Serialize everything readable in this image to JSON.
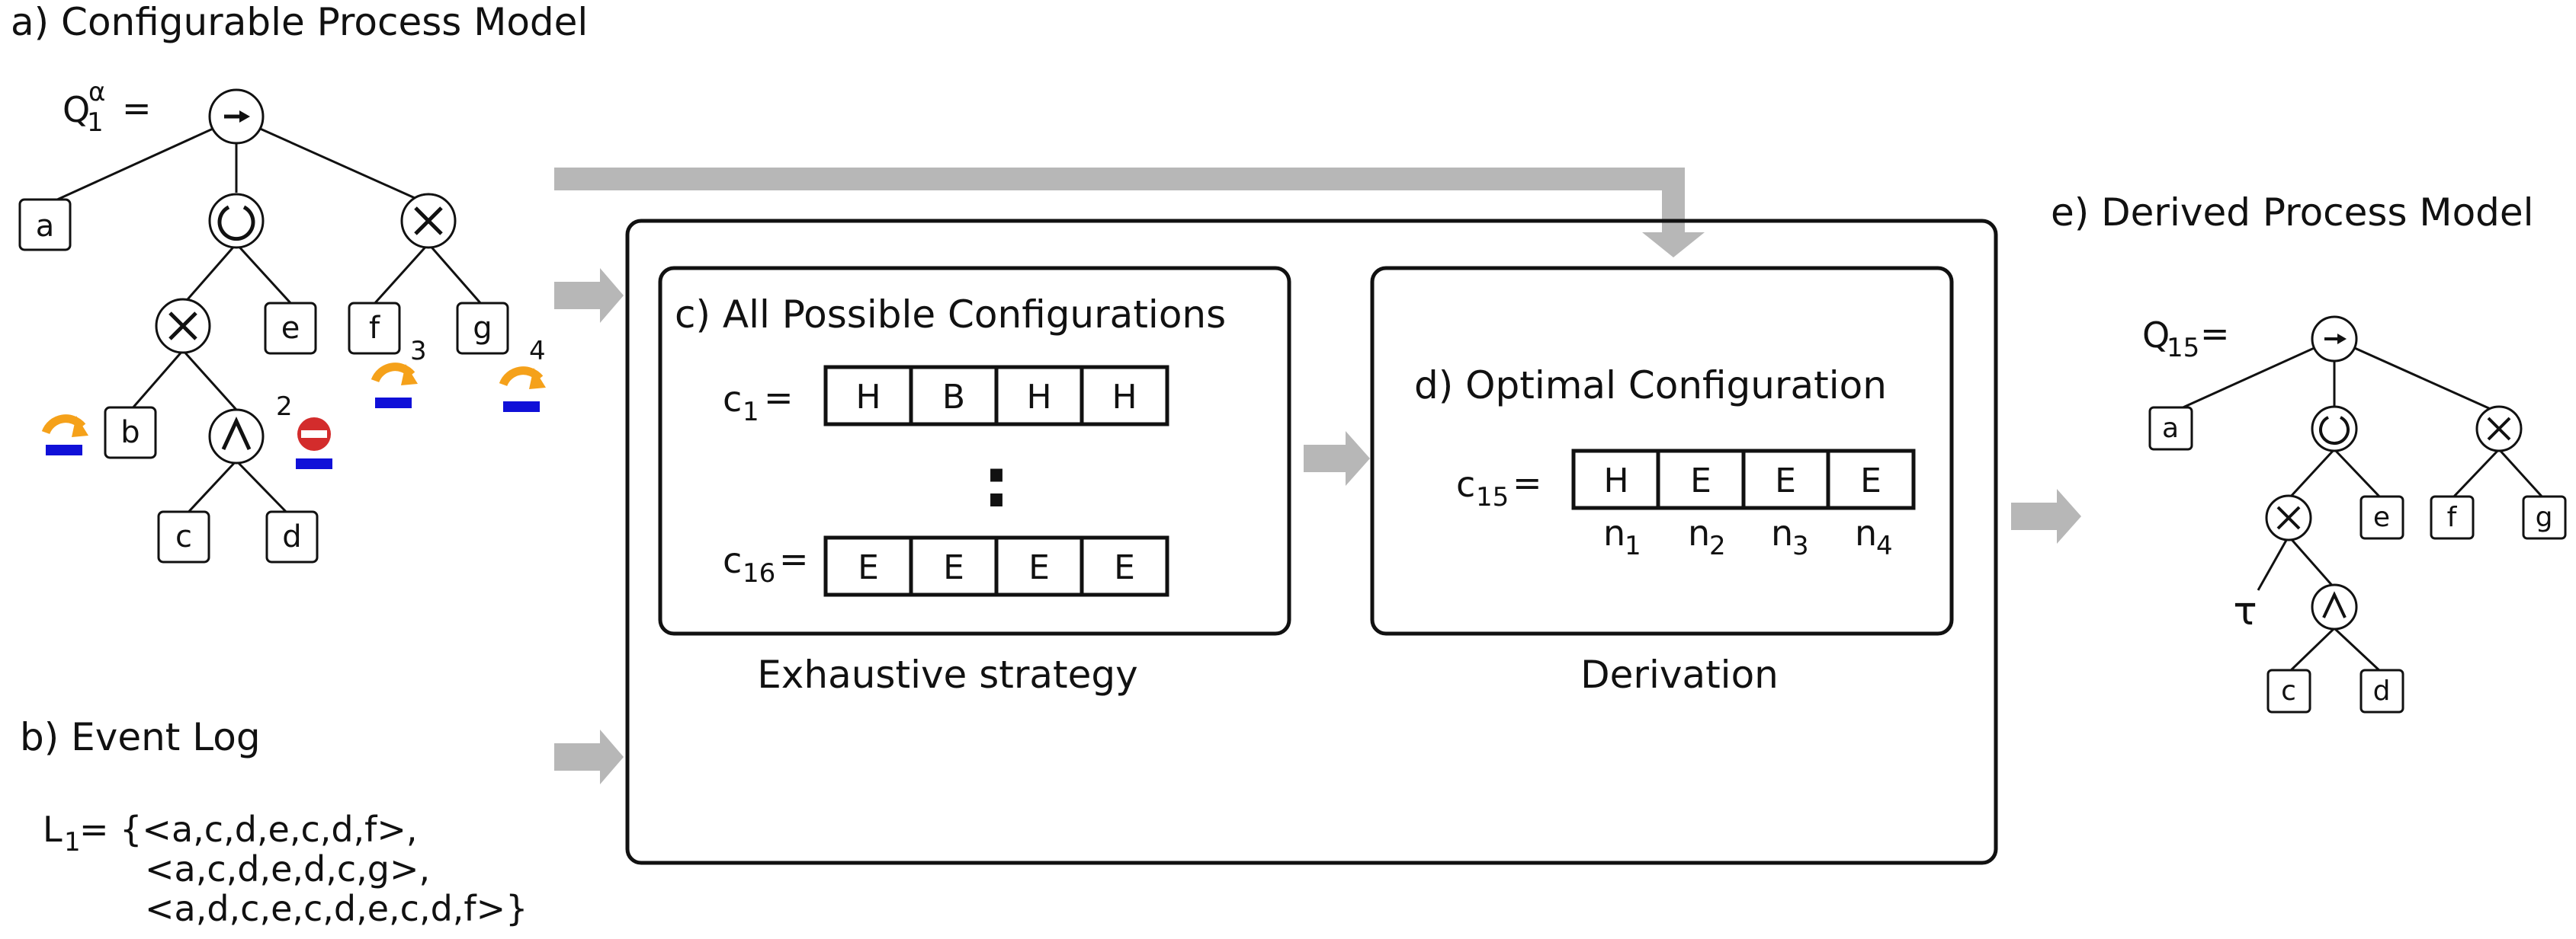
{
  "colors": {
    "arrow_gray": "#b7b7b7",
    "hide_icon_orange": "#f5a11a",
    "hide_icon_blue": "#1010d8",
    "block_icon_red": "#d32c2c"
  },
  "panel_a": {
    "title": "a)  Configurable Process Model",
    "model_symbol": "Q",
    "model_sub": "1",
    "model_sup": "α",
    "eq": "=",
    "operators": [
      "sequence",
      "loop",
      "xor",
      "xor",
      "and"
    ],
    "leaves": [
      "a",
      "e",
      "f",
      "g",
      "b",
      "c",
      "d"
    ],
    "port_numbers": [
      "2",
      "3",
      "4"
    ],
    "icons": [
      "hide-icon",
      "block-icon"
    ]
  },
  "panel_b": {
    "title": "b)    Event Log",
    "log_symbol": "L",
    "log_sub": "1",
    "line1": " = {<a,c,d,e,c,d,f>,",
    "line2": "<a,c,d,e,d,c,g>,",
    "line3": "<a,d,c,e,c,d,e,c,d,f>}"
  },
  "panel_c": {
    "title": "c)  All Possible Configurations",
    "row1": {
      "symbol": "c",
      "sub": "1",
      "eq": " =",
      "cells": [
        "H",
        "B",
        "H",
        "H"
      ]
    },
    "ellipsis": ":",
    "row2": {
      "symbol": "c",
      "sub": "16",
      "eq": "=",
      "cells": [
        "E",
        "E",
        "E",
        "E"
      ]
    },
    "caption": "Exhaustive strategy"
  },
  "panel_d": {
    "title": "d)  Optimal Configuration",
    "row": {
      "symbol": "c",
      "sub": "15",
      "eq": "=",
      "cells": [
        "H",
        "E",
        "E",
        "E"
      ]
    },
    "nodes": [
      {
        "n": "n",
        "sub": "1"
      },
      {
        "n": "n",
        "sub": "2"
      },
      {
        "n": "n",
        "sub": "3"
      },
      {
        "n": "n",
        "sub": "4"
      }
    ],
    "caption": "Derivation"
  },
  "panel_e": {
    "title": "e)  Derived Process Model",
    "model_symbol": "Q",
    "model_sub": "15",
    "eq": " =",
    "leaves": [
      "a",
      "e",
      "f",
      "g",
      "c",
      "d"
    ],
    "tau": "τ"
  }
}
